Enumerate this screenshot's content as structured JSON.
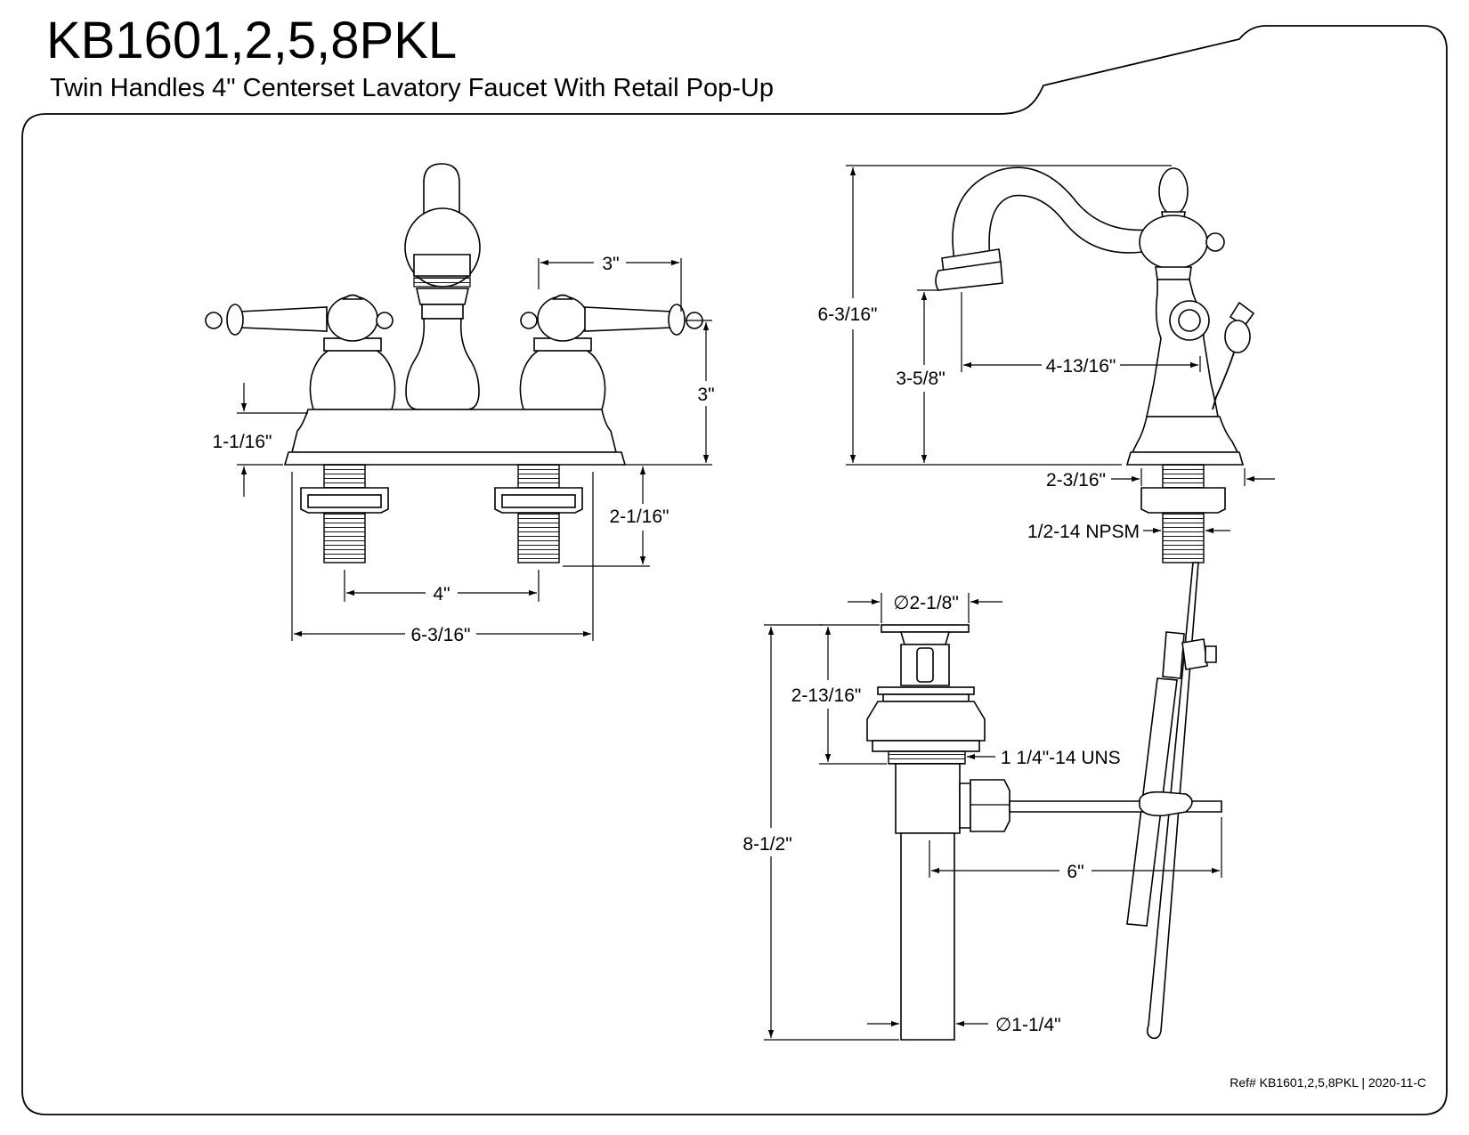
{
  "header": {
    "title": "KB1601,2,5,8PKL",
    "subtitle": "Twin Handles 4\" Centerset Lavatory Faucet With Retail Pop-Up"
  },
  "dimensions": {
    "front_handle_spacing": "3\"",
    "front_height": "3\"",
    "front_base_height": "1-1/16\"",
    "front_shank_length": "2-1/16\"",
    "front_center_spread": "4\"",
    "front_overall_width": "6-3/16\"",
    "side_overall_height": "6-3/16\"",
    "side_spout_height": "3-5/8\"",
    "side_spout_reach": "4-13/16\"",
    "side_base_diameter": "2-3/16\"",
    "side_connection": "1/2-14 NPSM",
    "drain_flange_diameter": "∅2-1/8\"",
    "drain_body_height": "2-13/16\"",
    "drain_thread": "1 1/4\"-14 UNS",
    "drain_overall_height": "8-1/2\"",
    "drain_rod_length": "6\"",
    "drain_tail_diameter": "∅1-1/4\""
  },
  "footer": {
    "reference": "Ref# KB1601,2,5,8PKL | 2020-11-C"
  }
}
